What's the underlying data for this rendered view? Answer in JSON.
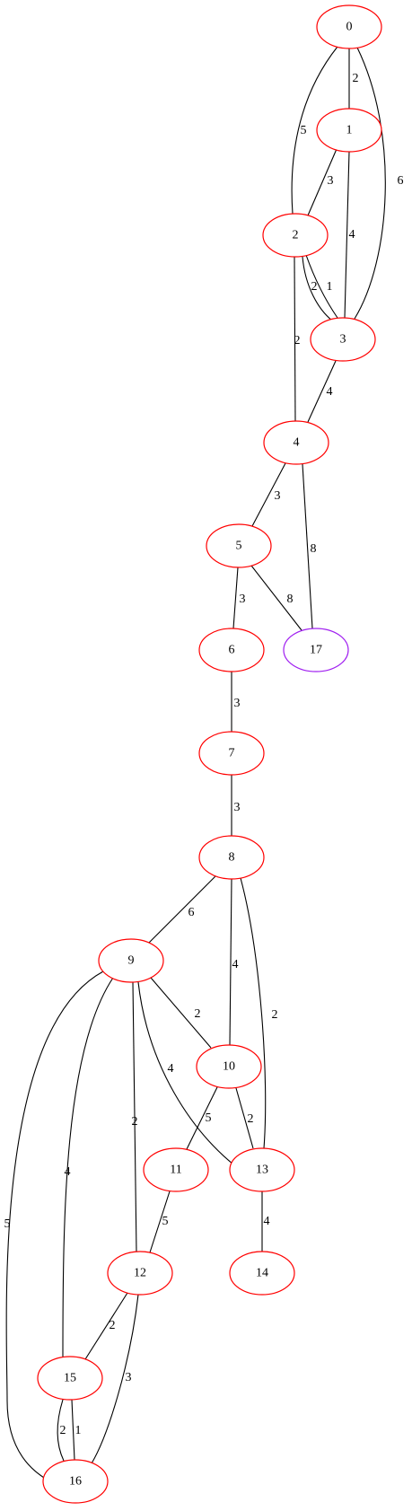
{
  "graph": {
    "nodes": [
      {
        "id": "0",
        "label": "0",
        "color": "#ff0000"
      },
      {
        "id": "1",
        "label": "1",
        "color": "#ff0000"
      },
      {
        "id": "2",
        "label": "2",
        "color": "#ff0000"
      },
      {
        "id": "3",
        "label": "3",
        "color": "#ff0000"
      },
      {
        "id": "4",
        "label": "4",
        "color": "#ff0000"
      },
      {
        "id": "5",
        "label": "5",
        "color": "#ff0000"
      },
      {
        "id": "6",
        "label": "6",
        "color": "#ff0000"
      },
      {
        "id": "7",
        "label": "7",
        "color": "#ff0000"
      },
      {
        "id": "8",
        "label": "8",
        "color": "#ff0000"
      },
      {
        "id": "9",
        "label": "9",
        "color": "#ff0000"
      },
      {
        "id": "10",
        "label": "10",
        "color": "#ff0000"
      },
      {
        "id": "11",
        "label": "11",
        "color": "#ff0000"
      },
      {
        "id": "12",
        "label": "12",
        "color": "#ff0000"
      },
      {
        "id": "13",
        "label": "13",
        "color": "#ff0000"
      },
      {
        "id": "14",
        "label": "14",
        "color": "#ff0000"
      },
      {
        "id": "15",
        "label": "15",
        "color": "#ff0000"
      },
      {
        "id": "16",
        "label": "16",
        "color": "#ff0000"
      },
      {
        "id": "17",
        "label": "17",
        "color": "#a020f0"
      }
    ],
    "edges": [
      {
        "from": "0",
        "to": "1",
        "weight": "2"
      },
      {
        "from": "0",
        "to": "2",
        "weight": "5"
      },
      {
        "from": "0",
        "to": "3",
        "weight": "6"
      },
      {
        "from": "1",
        "to": "2",
        "weight": "3"
      },
      {
        "from": "1",
        "to": "3",
        "weight": "4"
      },
      {
        "from": "2",
        "to": "3",
        "weight": "2"
      },
      {
        "from": "2",
        "to": "3",
        "weight": "1"
      },
      {
        "from": "2",
        "to": "4",
        "weight": "2"
      },
      {
        "from": "3",
        "to": "4",
        "weight": "4"
      },
      {
        "from": "4",
        "to": "5",
        "weight": "3"
      },
      {
        "from": "4",
        "to": "17",
        "weight": "8"
      },
      {
        "from": "5",
        "to": "6",
        "weight": "3"
      },
      {
        "from": "5",
        "to": "17",
        "weight": "8"
      },
      {
        "from": "6",
        "to": "7",
        "weight": "3"
      },
      {
        "from": "7",
        "to": "8",
        "weight": "3"
      },
      {
        "from": "8",
        "to": "9",
        "weight": "6"
      },
      {
        "from": "8",
        "to": "10",
        "weight": "4"
      },
      {
        "from": "8",
        "to": "13",
        "weight": "2"
      },
      {
        "from": "9",
        "to": "10",
        "weight": "2"
      },
      {
        "from": "9",
        "to": "13",
        "weight": "4"
      },
      {
        "from": "9",
        "to": "12",
        "weight": "2"
      },
      {
        "from": "9",
        "to": "15",
        "weight": "4"
      },
      {
        "from": "9",
        "to": "16",
        "weight": "5"
      },
      {
        "from": "10",
        "to": "11",
        "weight": "5"
      },
      {
        "from": "10",
        "to": "13",
        "weight": "2"
      },
      {
        "from": "11",
        "to": "12",
        "weight": "5"
      },
      {
        "from": "12",
        "to": "15",
        "weight": "2"
      },
      {
        "from": "12",
        "to": "16",
        "weight": "3"
      },
      {
        "from": "13",
        "to": "14",
        "weight": "4"
      },
      {
        "from": "15",
        "to": "16",
        "weight": "2"
      },
      {
        "from": "15",
        "to": "16",
        "weight": "1"
      }
    ]
  }
}
